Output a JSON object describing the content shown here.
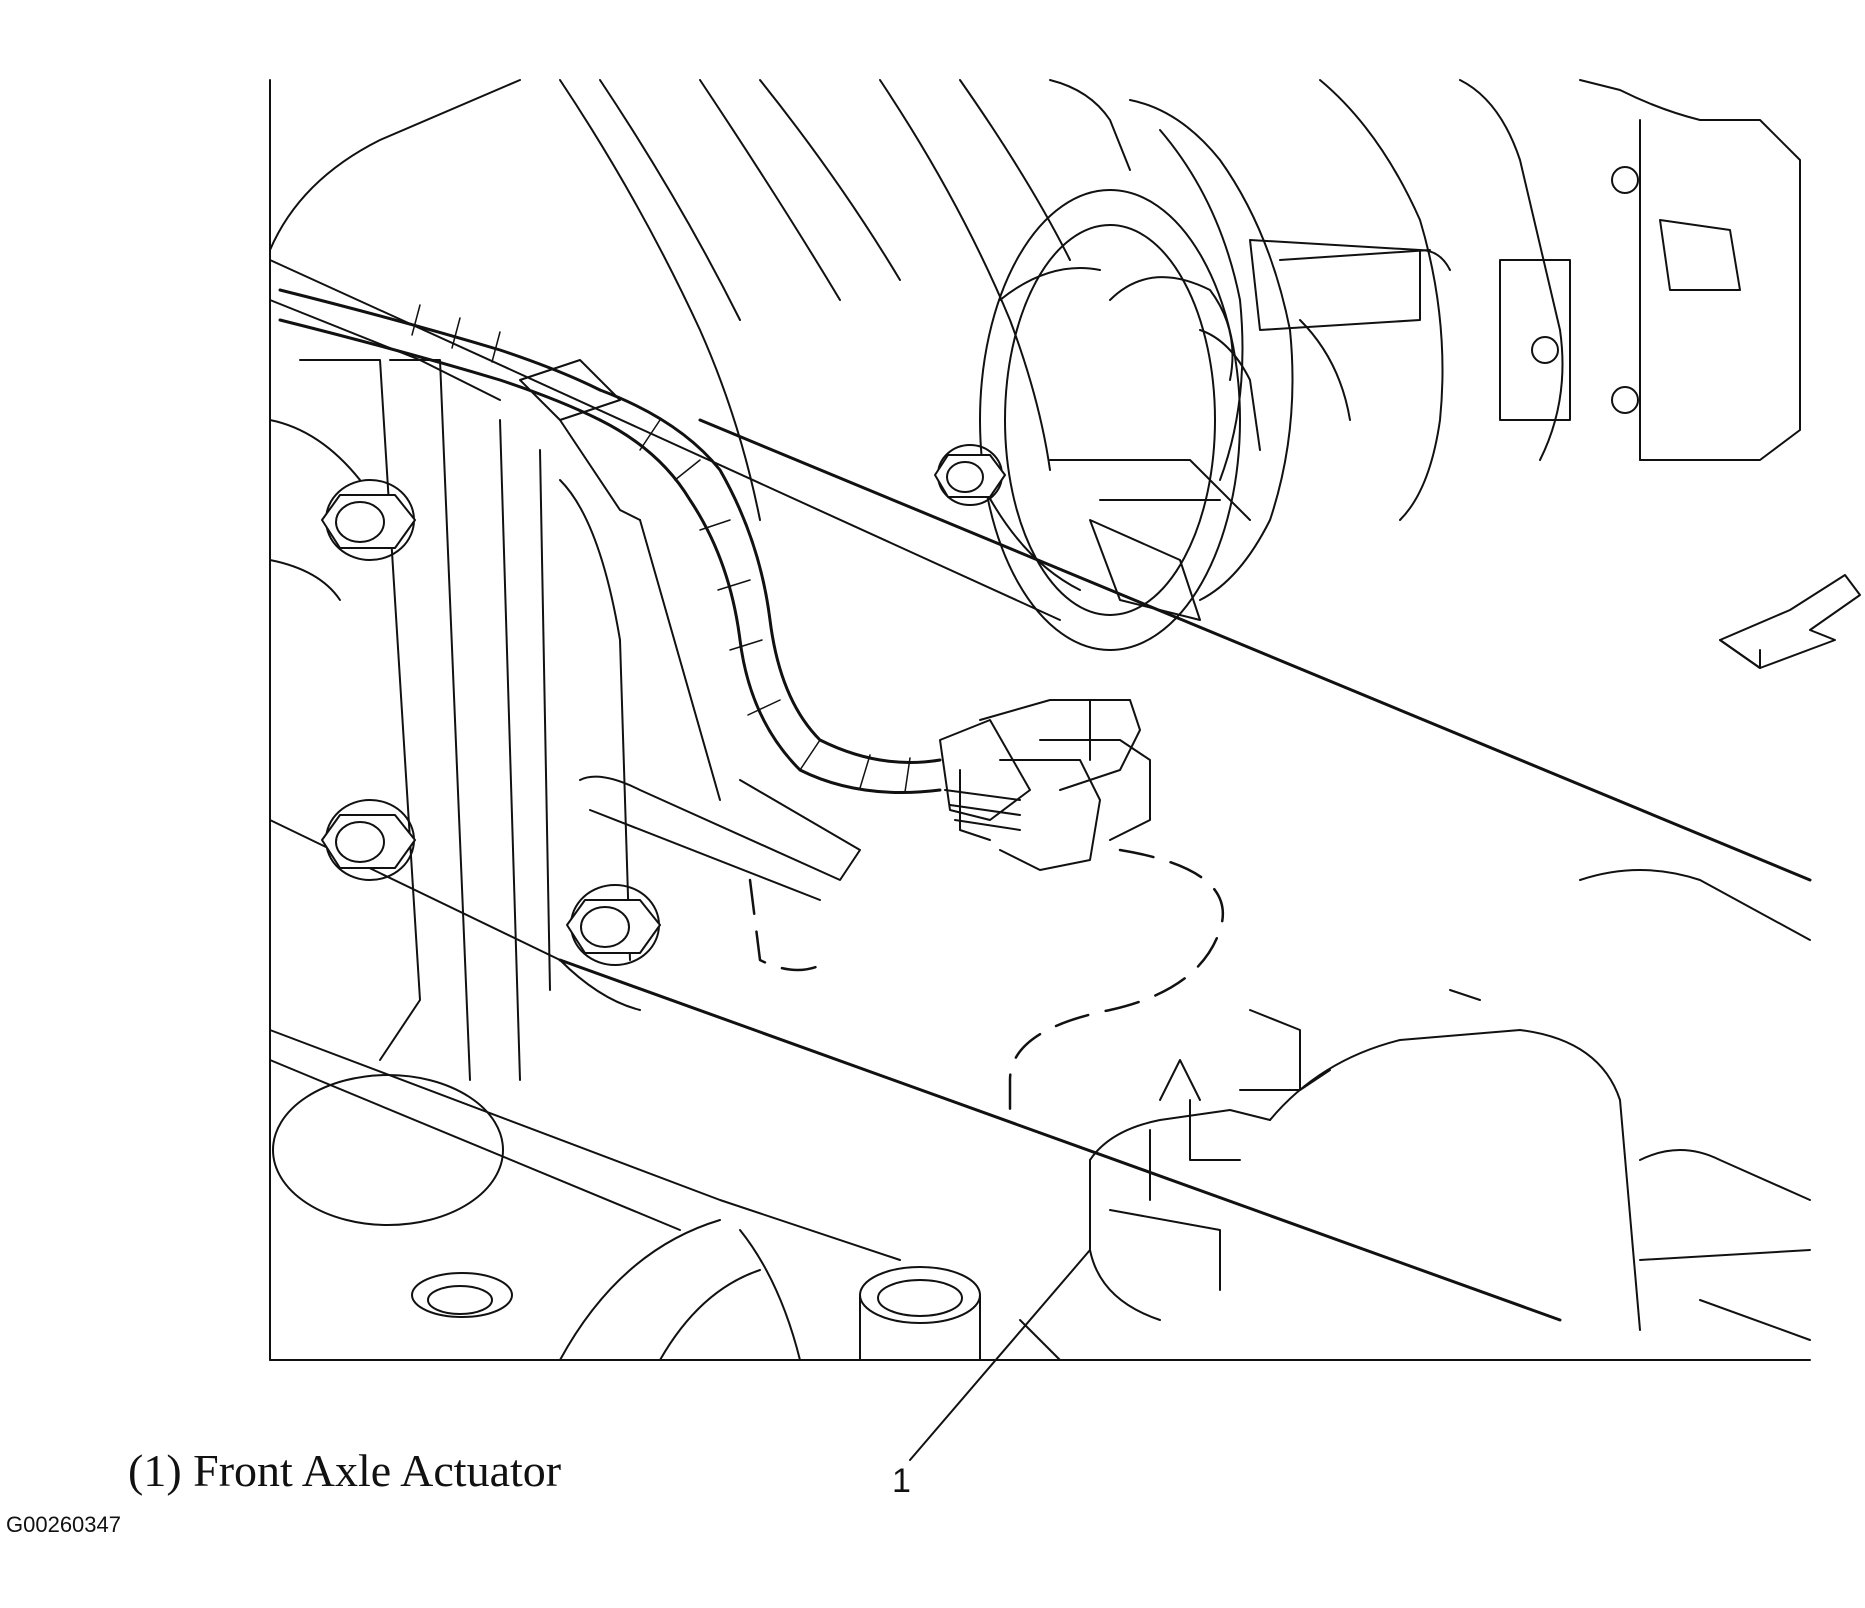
{
  "caption": "(1) Front Axle Actuator",
  "callouts": [
    {
      "number": "1",
      "label": "Front Axle Actuator"
    }
  ],
  "figure_id": "G00260347",
  "icons": {
    "direction_arrow": "front-direction-arrow-icon"
  }
}
